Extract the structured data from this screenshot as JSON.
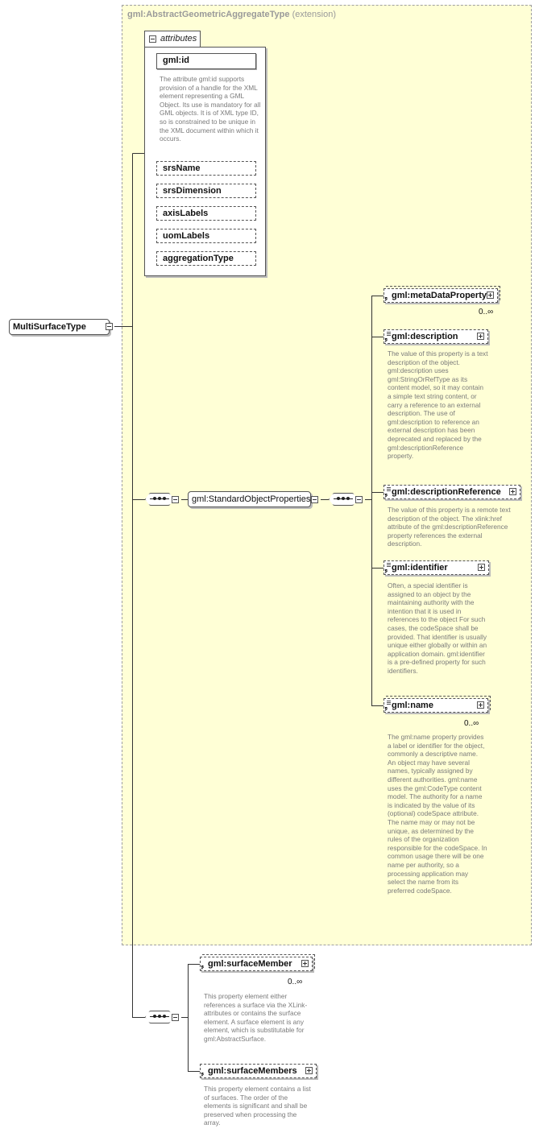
{
  "extension": {
    "type_name": "gml:AbstractGeometricAggregateType",
    "kind": "(extension)"
  },
  "root": {
    "name": "MultiSurfaceType"
  },
  "attributes": {
    "tab_label": "attributes",
    "items": [
      {
        "name": "gml:id",
        "required": true
      },
      {
        "name": "srsName",
        "required": false
      },
      {
        "name": "srsDimension",
        "required": false
      },
      {
        "name": "axisLabels",
        "required": false
      },
      {
        "name": "uomLabels",
        "required": false
      },
      {
        "name": "aggregationType",
        "required": false
      }
    ],
    "id_description": "The attribute gml:id supports provision of a handle for the XML element representing a GML Object. Its use is mandatory for all GML objects. It is of XML type ID, so is constrained to be unique in the XML document within which it occurs."
  },
  "group": {
    "name": "gml:StandardObjectProperties"
  },
  "elements": {
    "metaDataProperty": {
      "name": "gml:metaDataProperty",
      "cardinality": "0..∞"
    },
    "description": {
      "name": "gml:description",
      "text": "The value of this property is a text description of the object. gml:description uses gml:StringOrRefType as its content model, so it may contain a simple text string content, or carry a reference to an external description. The use of gml:description to reference an external description has been deprecated and replaced by the gml:descriptionReference property."
    },
    "descriptionReference": {
      "name": "gml:descriptionReference",
      "text": "The value of this property is a remote text description of the object. The xlink:href attribute of the gml:descriptionReference property references the external description."
    },
    "identifier": {
      "name": "gml:identifier",
      "text": "Often, a special identifier is assigned to an object by the maintaining authority with the intention that it is used in references to the object For such cases, the codeSpace shall be provided. That identifier is usually unique either globally or within an application domain. gml:identifier is a pre-defined property for such identifiers."
    },
    "name": {
      "name": "gml:name",
      "cardinality": "0..∞",
      "text": "The gml:name property provides a label or identifier for the object, commonly a descriptive name. An object may have several names, typically assigned by different authorities. gml:name uses the gml:CodeType content model. The authority for a name is indicated by the value of its (optional) codeSpace attribute. The name may or may not be unique, as determined by the rules of the organization responsible for the codeSpace. In common usage there will be one name per authority, so a processing application may select the name from its preferred codeSpace."
    },
    "surfaceMember": {
      "name": "gml:surfaceMember",
      "cardinality": "0..∞",
      "text": "This property element either references a surface via the XLink-attributes or contains the surface element. A surface element is any element, which is substitutable for gml:AbstractSurface."
    },
    "surfaceMembers": {
      "name": "gml:surfaceMembers",
      "text": "This property element contains a list of surfaces. The order of the elements is significant and shall be preserved when processing the array."
    }
  }
}
